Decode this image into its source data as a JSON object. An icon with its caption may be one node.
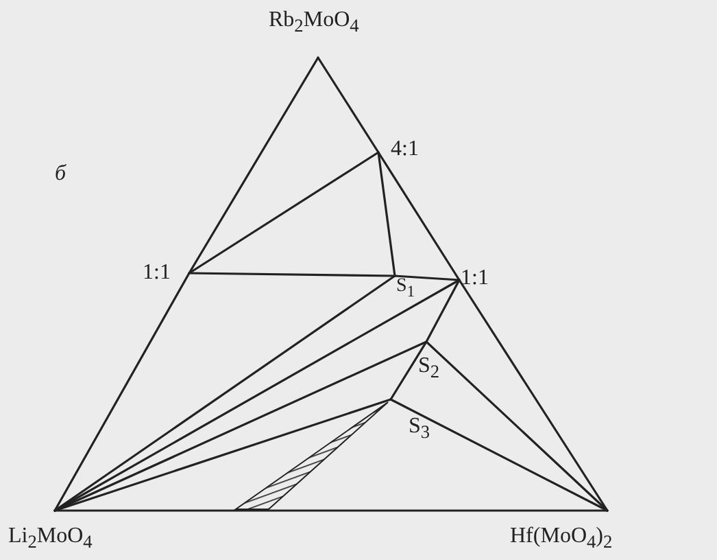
{
  "diagram": {
    "nodes": [
      {
        "text": [
          "Rb$_{2}$MoO$_{4}$"
        ]
      },
      {
        "text": [
          "Li$_{2}$MoO$_{4}$"
        ]
      },
      {
        "text": [
          "Hf(MoO$_{4}$)$_{2}$"
        ]
      },
      {
        "text": [
          "4:1"
        ]
      },
      {
        "text": [
          "1:1"
        ]
      },
      {
        "text": [
          "1:1"
        ]
      },
      {
        "text": [
          "S$_{1}$"
        ]
      },
      {
        "text": [
          "S$_{2}$"
        ]
      },
      {
        "text": [
          "S$_{3}$"
        ]
      },
      {
        "text": [],
        "shape": "band"
      }
    ],
    "edges": [
      {
        "from": 0,
        "to": 3,
        "arrow": "none"
      },
      {
        "from": 3,
        "to": 5,
        "arrow": "none"
      },
      {
        "from": 5,
        "to": 2,
        "arrow": "none"
      },
      {
        "from": 0,
        "to": 4,
        "arrow": "none"
      },
      {
        "from": 4,
        "to": 1,
        "arrow": "none"
      },
      {
        "from": 1,
        "to": 2,
        "arrow": "none"
      },
      {
        "from": 4,
        "to": 3,
        "arrow": "none"
      },
      {
        "from": 3,
        "to": 6,
        "arrow": "none"
      },
      {
        "from": 4,
        "to": 6,
        "arrow": "none"
      },
      {
        "from": 6,
        "to": 5,
        "arrow": "none"
      },
      {
        "from": 1,
        "to": 6,
        "arrow": "none"
      },
      {
        "from": 1,
        "to": 5,
        "arrow": "none"
      },
      {
        "from": 1,
        "to": 7,
        "arrow": "none"
      },
      {
        "from": 1,
        "to": 8,
        "arrow": "none"
      },
      {
        "from": 5,
        "to": 7,
        "arrow": "none"
      },
      {
        "from": 7,
        "to": 8,
        "arrow": "none"
      },
      {
        "from": 7,
        "to": 2,
        "arrow": "none"
      },
      {
        "from": 8,
        "to": 2,
        "arrow": "none"
      }
    ],
    "labels": [
      "б"
    ]
  }
}
